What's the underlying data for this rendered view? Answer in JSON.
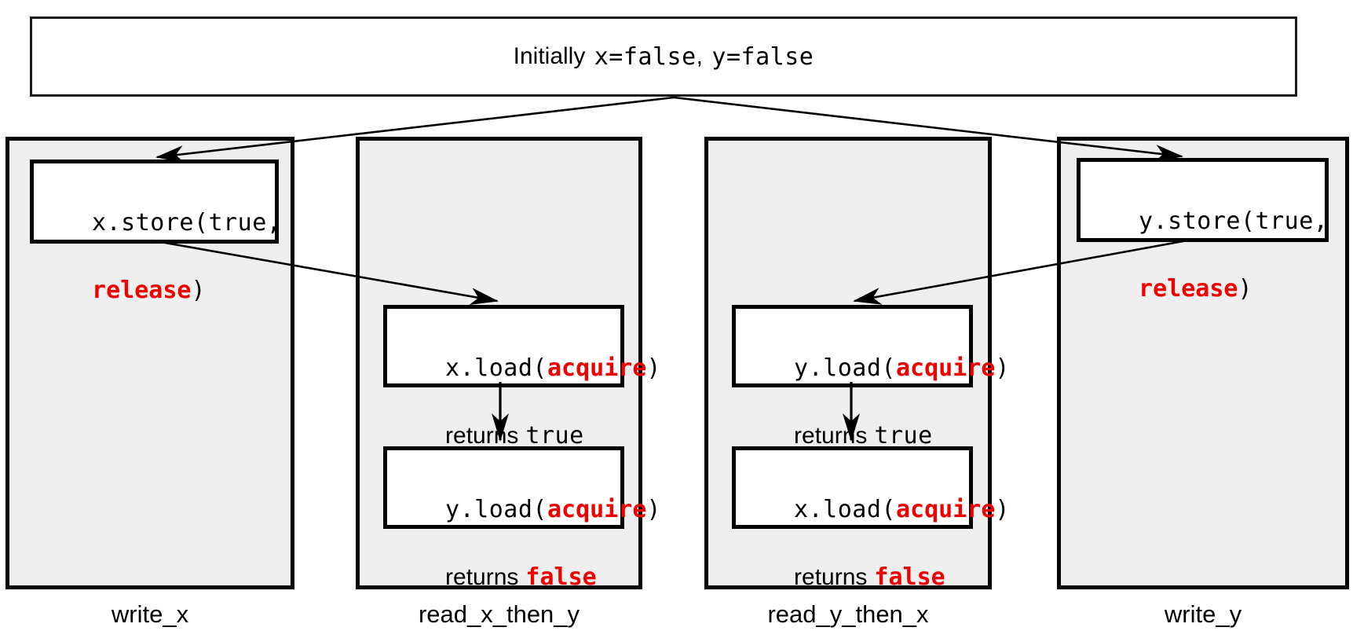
{
  "header": {
    "intro": "Initially",
    "code_x": "x=false",
    "separator": ",",
    "code_y": "y=false"
  },
  "threads": {
    "write_x": {
      "label": "write_x",
      "store": {
        "code_line1": "x.store(true,",
        "mode_keyword": "release",
        "close_paren": ")"
      }
    },
    "read_x_then_y": {
      "label": "read_x_then_y",
      "load_first": {
        "call_open": "x.load(",
        "mode_keyword": "acquire",
        "close_paren": ")",
        "returns_word": "returns",
        "result": "true"
      },
      "load_second": {
        "call_open": "y.load(",
        "mode_keyword": "acquire",
        "close_paren": ")",
        "returns_word": "returns",
        "result": "false"
      }
    },
    "read_y_then_x": {
      "label": "read_y_then_x",
      "load_first": {
        "call_open": "y.load(",
        "mode_keyword": "acquire",
        "close_paren": ")",
        "returns_word": "returns",
        "result": "true"
      },
      "load_second": {
        "call_open": "x.load(",
        "mode_keyword": "acquire",
        "close_paren": ")",
        "returns_word": "returns",
        "result": "false"
      }
    },
    "write_y": {
      "label": "write_y",
      "store": {
        "code_line1": "y.store(true,",
        "mode_keyword": "release",
        "close_paren": ")"
      }
    }
  },
  "colors": {
    "highlight_red": "#f10000",
    "panel_gray": "#efefef",
    "line_black": "#000000"
  }
}
